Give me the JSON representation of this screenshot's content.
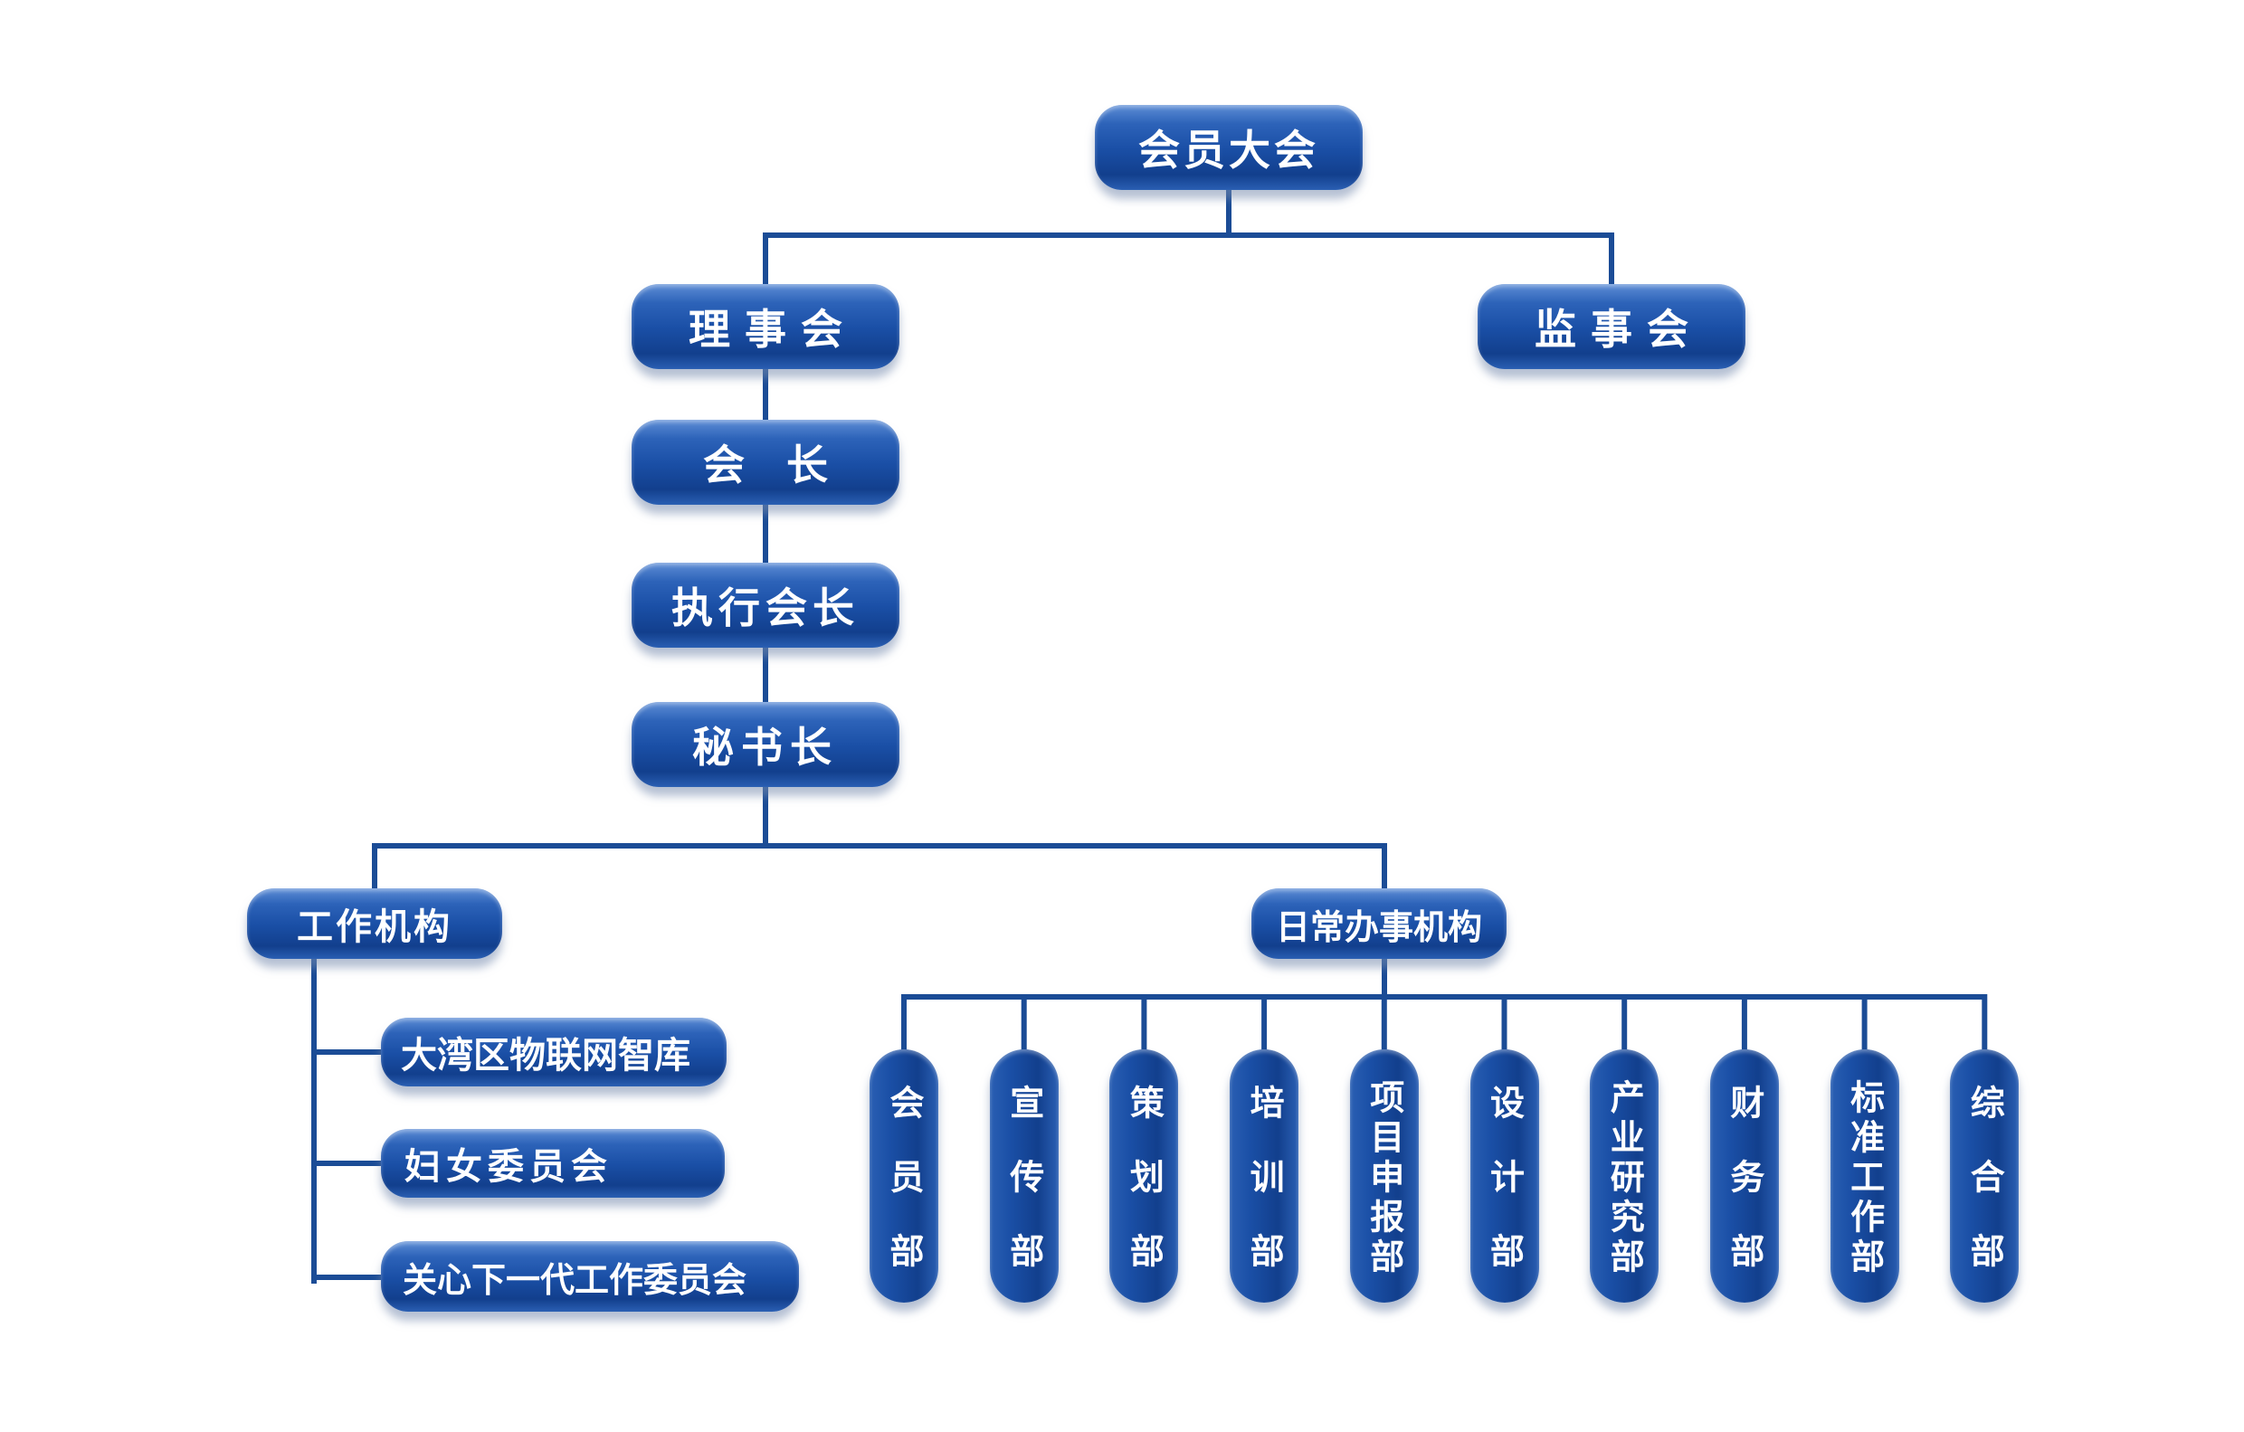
{
  "top": {
    "general_assembly": "会员大会"
  },
  "second": {
    "council": "理 事 会",
    "supervisory": "监 事 会"
  },
  "chain": {
    "president": "会　长",
    "executive_president": "执行会长",
    "secretary_general": "秘书长"
  },
  "branches": {
    "working_bodies": "工作机构",
    "daily_offices": "日常办事机构"
  },
  "working_bodies_items": [
    "大湾区物联网智库",
    "妇女委员会",
    "关心下一代工作委员会"
  ],
  "departments": [
    {
      "label": "会员部",
      "spacing": "wide"
    },
    {
      "label": "宣传部",
      "spacing": "wide"
    },
    {
      "label": "策划部",
      "spacing": "wide"
    },
    {
      "label": "培训部",
      "spacing": "wide"
    },
    {
      "label": "项目申报部",
      "spacing": "tight"
    },
    {
      "label": "设计部",
      "spacing": "wide"
    },
    {
      "label": "产业研究部",
      "spacing": "tight"
    },
    {
      "label": "财务部",
      "spacing": "wide"
    },
    {
      "label": "标准工作部",
      "spacing": "tight"
    },
    {
      "label": "综合部",
      "spacing": "wide"
    }
  ],
  "colors": {
    "line": "#1b4c96",
    "node_dark": "#123f8d",
    "node_light": "#5e8ed6",
    "text": "#ffffff"
  }
}
